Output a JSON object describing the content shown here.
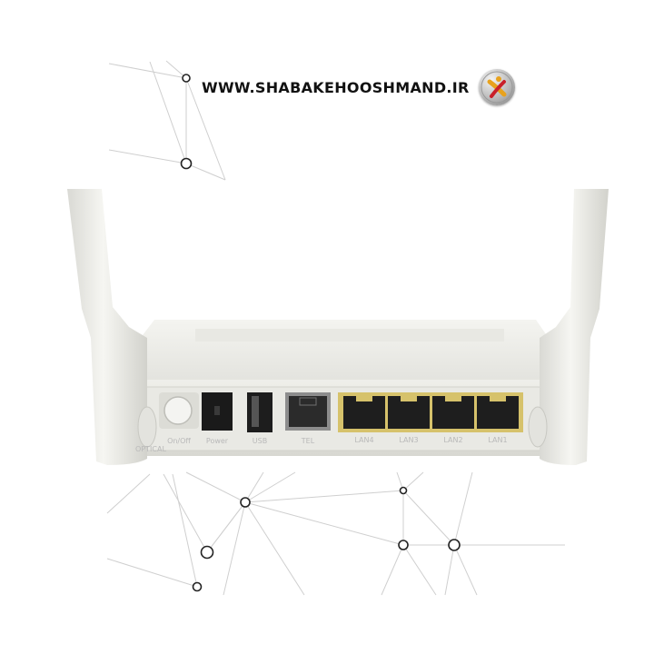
{
  "banner": {
    "site_url": "WWW.SHABAKEHOOSHMAND.IR"
  },
  "router": {
    "ports": [
      {
        "label": "On/Off"
      },
      {
        "label": "Power"
      },
      {
        "label": "USB"
      },
      {
        "label": "TEL"
      },
      {
        "label": "LAN4"
      },
      {
        "label": "LAN3"
      },
      {
        "label": "LAN2"
      },
      {
        "label": "LAN1"
      }
    ],
    "edge_label": "OPTICAL"
  },
  "colors": {
    "body": "#efefea",
    "lan_frame": "#d6c26b",
    "lines": "#cfcfcf"
  },
  "icons": [
    "shabakehooshmand-logo-icon",
    "network-node-icon"
  ]
}
